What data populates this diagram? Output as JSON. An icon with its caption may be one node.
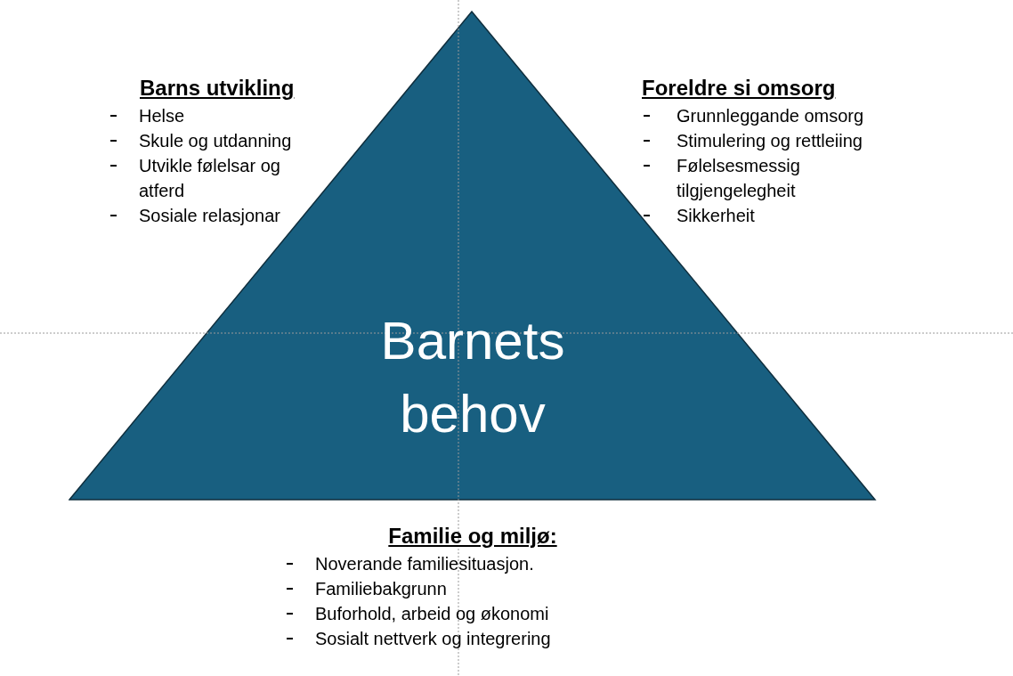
{
  "diagram": {
    "nodes": [
      {
        "text": [
          "Barnets behov"
        ]
      }
    ],
    "labels": [
      "Barns utvikling",
      "Helse",
      "Skule og utdanning",
      "Utvikle følelsar og atferd",
      "Sosiale relasjonar",
      "Foreldre si omsorg",
      "Grunnleggande omsorg",
      "Stimulering og rettleiing",
      "Følelsesmessig tilgjengelegheit",
      "Sikkerheit",
      "Familie og miljø:",
      "Noverande familiesituasjon.",
      "Familiebakgrunn",
      "Buforhold, arbeid og økonomi",
      "Sosialt nettverk og integrering"
    ]
  }
}
